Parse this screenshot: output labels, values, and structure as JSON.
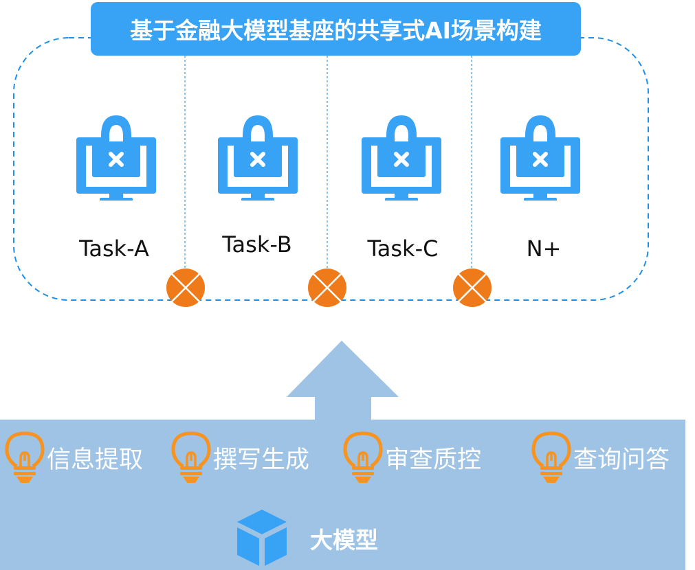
{
  "title": "基于金融大模型基座的共享式AI场景构建",
  "colors": {
    "primary_blue": "#38a2f5",
    "dashed_border": "#1e90e8",
    "merge_orange": "#ef7a1a",
    "band_blue": "#9ec3e5",
    "bulb_orange": "#f7931e"
  },
  "tasks": [
    {
      "label": "Task-A",
      "icon": "monitor-lock-icon"
    },
    {
      "label": "Task-B",
      "icon": "monitor-lock-icon"
    },
    {
      "label": "Task-C",
      "icon": "monitor-lock-icon"
    },
    {
      "label": "N+",
      "icon": "monitor-lock-icon"
    }
  ],
  "merge_nodes": [
    {
      "icon": "circle-x-icon"
    },
    {
      "icon": "circle-x-icon"
    },
    {
      "icon": "circle-x-icon"
    }
  ],
  "capabilities": [
    {
      "label": "信息提取",
      "icon": "lightbulb-icon"
    },
    {
      "label": "撰写生成",
      "icon": "lightbulb-icon"
    },
    {
      "label": "审查质控",
      "icon": "lightbulb-icon"
    },
    {
      "label": "查询问答",
      "icon": "lightbulb-icon"
    }
  ],
  "foundation": {
    "label": "大模型",
    "icon": "cube-icon"
  }
}
